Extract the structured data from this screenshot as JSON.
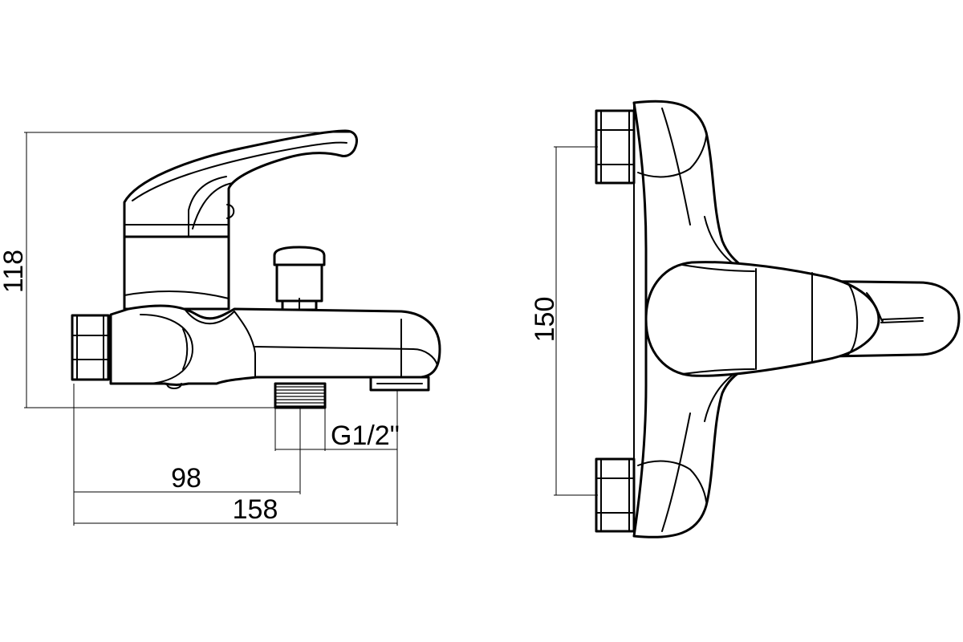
{
  "dimensions": {
    "height_side": "118",
    "thread": "G1/2\"",
    "outlet_offset": "98",
    "length": "158",
    "inlet_spacing": "150"
  },
  "colors": {
    "line": "#000000",
    "background": "#ffffff"
  }
}
